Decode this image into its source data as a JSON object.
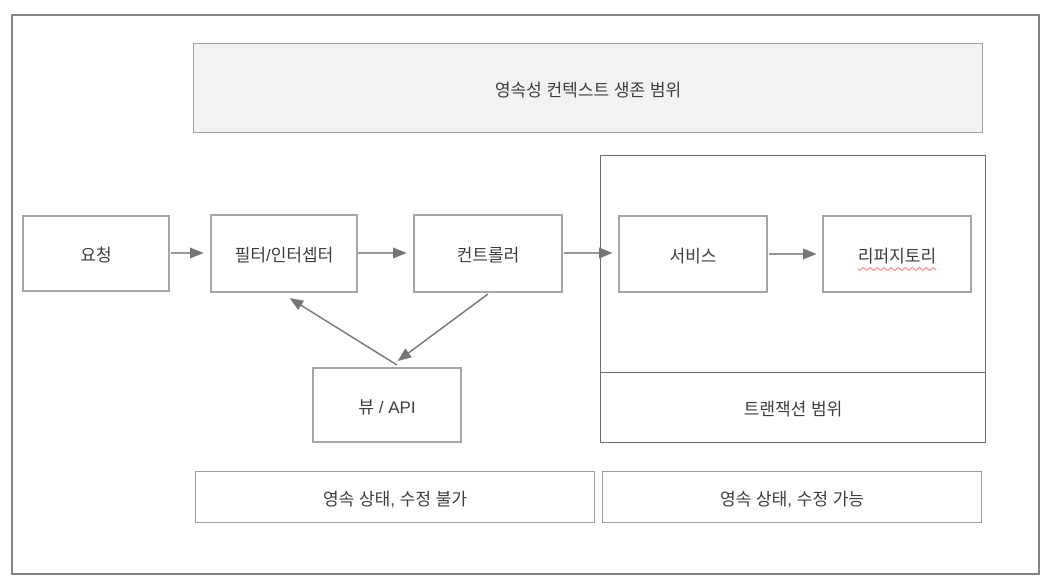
{
  "banner": {
    "label": "영속성 컨텍스트 생존 범위"
  },
  "nodes": {
    "request": {
      "label": "요청"
    },
    "filter": {
      "label": "필터/인터셉터"
    },
    "controller": {
      "label": "컨트롤러"
    },
    "service": {
      "label": "서비스"
    },
    "repository": {
      "label": "리퍼지토리",
      "spellcheck_underline": true
    },
    "view_api": {
      "label": "뷰 / API"
    }
  },
  "containers": {
    "transaction": {
      "label": "트랜잭션 범위"
    }
  },
  "footers": {
    "left": {
      "label": "영속 상태, 수정 불가"
    },
    "right": {
      "label": "영속 상태, 수정 가능"
    }
  },
  "edges": [
    {
      "from": "요청",
      "to": "필터/인터셉터"
    },
    {
      "from": "필터/인터셉터",
      "to": "컨트롤러"
    },
    {
      "from": "컨트롤러",
      "to": "서비스"
    },
    {
      "from": "서비스",
      "to": "리퍼지토리"
    },
    {
      "from": "컨트롤러",
      "to": "뷰 / API"
    },
    {
      "from": "뷰 / API",
      "to": "필터/인터셉터"
    }
  ],
  "colors": {
    "box_border": "#a6a6a6",
    "container_border": "#6d6d6d",
    "outer_frame_border": "#848484",
    "banner_fill": "#f2f2f2",
    "arrow": "#757575",
    "text": "#3d3d3d",
    "spellcheck_underline": "#ff6b6b"
  }
}
